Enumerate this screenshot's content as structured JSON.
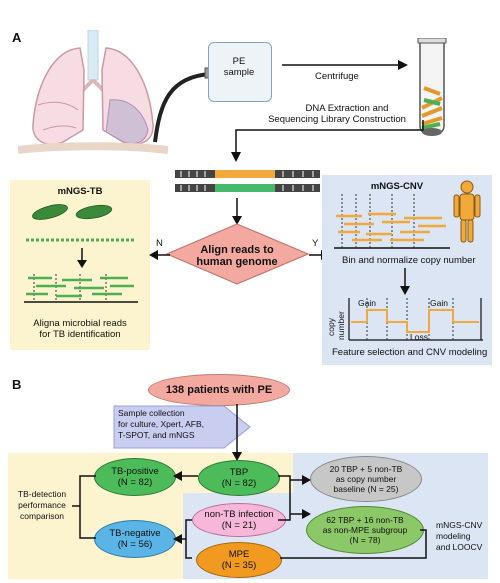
{
  "panel_a": {
    "letter": "A",
    "pe_sample": [
      "PE",
      "sample"
    ],
    "centrifuge": "Centrifuge",
    "dna_extraction": [
      "DNA Extraction and",
      "Sequencing Library Construction"
    ],
    "mngs_tb": {
      "title": "mNGS-TB",
      "caption": [
        "Aligna microbial reads",
        "for TB identification"
      ]
    },
    "align_box": [
      "Align reads to",
      "human genome"
    ],
    "branch_n": "N",
    "branch_y": "Y",
    "mngs_cnv": {
      "title": "mNGS-CNV",
      "bin_label": "Bin and normalize copy number",
      "gain1": "Gain",
      "gain2": "Gain",
      "loss": "Loss",
      "copy_number": [
        "copy",
        "number"
      ],
      "caption": "Feature selection and CNV modeling"
    }
  },
  "panel_b": {
    "letter": "B",
    "patients": "138 patients with PE",
    "sample_collection": [
      "Sample collection",
      "for culture, Xpert, AFB,",
      "T-SPOT, and mNGS"
    ],
    "tb_detection": [
      "TB-detection",
      "performance",
      "comparison"
    ],
    "tb_positive": [
      "TB-positive",
      "(N = 82)"
    ],
    "tb_negative": [
      "TB-negative",
      "(N = 56)"
    ],
    "tbp": [
      "TBP",
      "(N = 82)"
    ],
    "non_tb_infection": [
      "non-TB infection",
      "(N = 21)"
    ],
    "mpe": [
      "MPE",
      "(N = 35)"
    ],
    "baseline": [
      "20 TBP + 5 non-TB",
      "as copy number",
      "baseline (N = 25)"
    ],
    "subgroup": [
      "62 TBP + 16 non-TB",
      "as non-MPE subgroup",
      "(N = 78)"
    ],
    "cnv_modeling": [
      "mNGS-CNV",
      "modeling",
      "and LOOCV"
    ]
  }
}
